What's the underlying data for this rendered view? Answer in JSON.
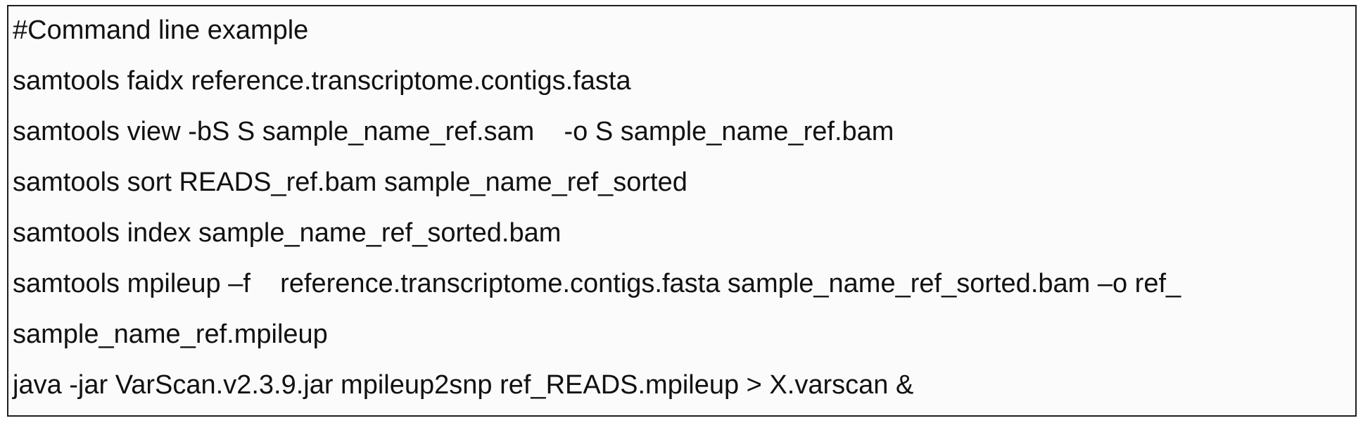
{
  "code_block": {
    "lines": [
      "#Command line example",
      "samtools faidx reference.transcriptome.contigs.fasta",
      "samtools view -bS S sample_name_ref.sam    -o S sample_name_ref.bam",
      "samtools sort READS_ref.bam sample_name_ref_sorted",
      "samtools index sample_name_ref_sorted.bam",
      "samtools mpileup –f    reference.transcriptome.contigs.fasta sample_name_ref_sorted.bam –o ref_",
      "sample_name_ref.mpileup",
      "java -jar VarScan.v2.3.9.jar mpileup2snp ref_READS.mpileup > X.varscan &"
    ]
  }
}
